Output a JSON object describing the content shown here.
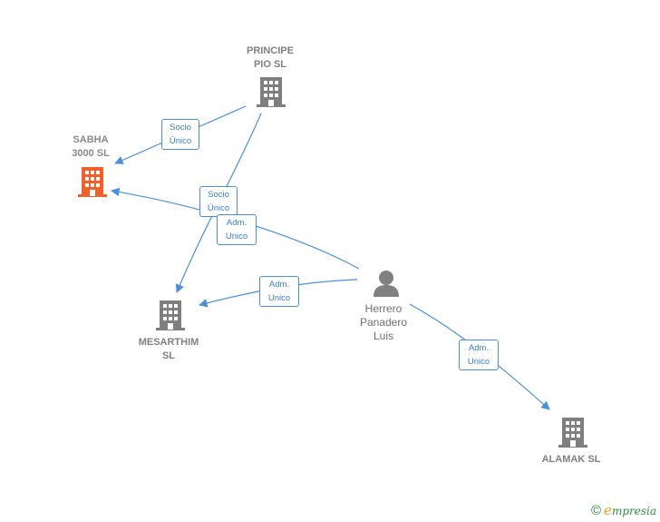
{
  "colors": {
    "edge": "#4a8fd8",
    "company": "#7f7f7f",
    "focus_company": "#f0602a",
    "person": "#808080"
  },
  "nodes": {
    "principe_pio": {
      "label": "PRINCIPE\nPIO SL",
      "icon": "building-icon"
    },
    "sabha": {
      "label": "SABHA\n3000  SL",
      "icon": "building-icon"
    },
    "mesarthim": {
      "label": "MESARTHIM\nSL",
      "icon": "building-icon"
    },
    "herrero": {
      "label": "Herrero\nPanadero\nLuis",
      "icon": "person-icon"
    },
    "alamak": {
      "label": "ALAMAK  SL",
      "icon": "building-icon"
    }
  },
  "edges": {
    "principe_to_sabha": "Socio\nÚnico",
    "principe_to_mesarthim": "Socio\nÚnico",
    "herrero_to_sabha": "Adm.\nUnico",
    "herrero_to_mesarthim": "Adm.\nUnico",
    "herrero_to_alamak": "Adm.\nUnico"
  },
  "footer": {
    "copyright_symbol": "©",
    "brand_initial": "e",
    "brand_rest": "mpresia"
  }
}
